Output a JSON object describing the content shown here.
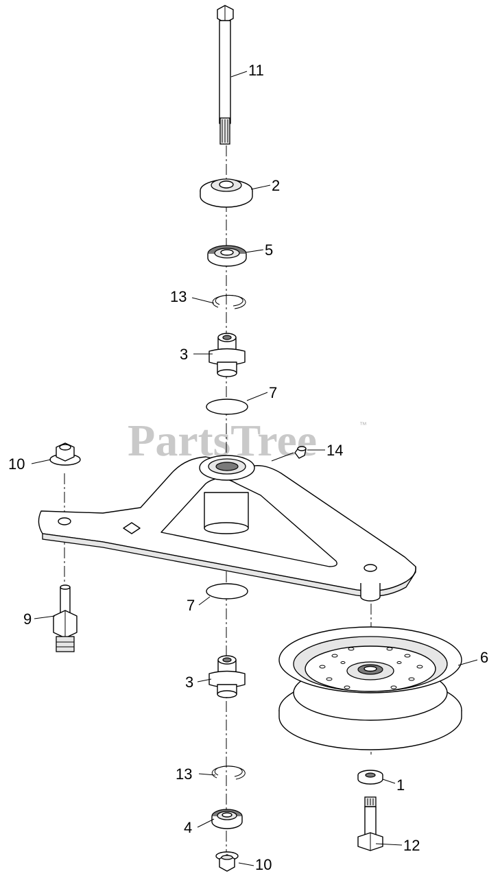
{
  "watermark": {
    "text": "PartsTree",
    "trademark": "™"
  },
  "callouts": {
    "c1": "1",
    "c2": "2",
    "c3a": "3",
    "c3b": "3",
    "c4": "4",
    "c5": "5",
    "c6": "6",
    "c7a": "7",
    "c7b": "7",
    "c9": "9",
    "c10a": "10",
    "c10b": "10",
    "c11": "11",
    "c12": "12",
    "c13a": "13",
    "c13b": "13",
    "c14": "14"
  }
}
